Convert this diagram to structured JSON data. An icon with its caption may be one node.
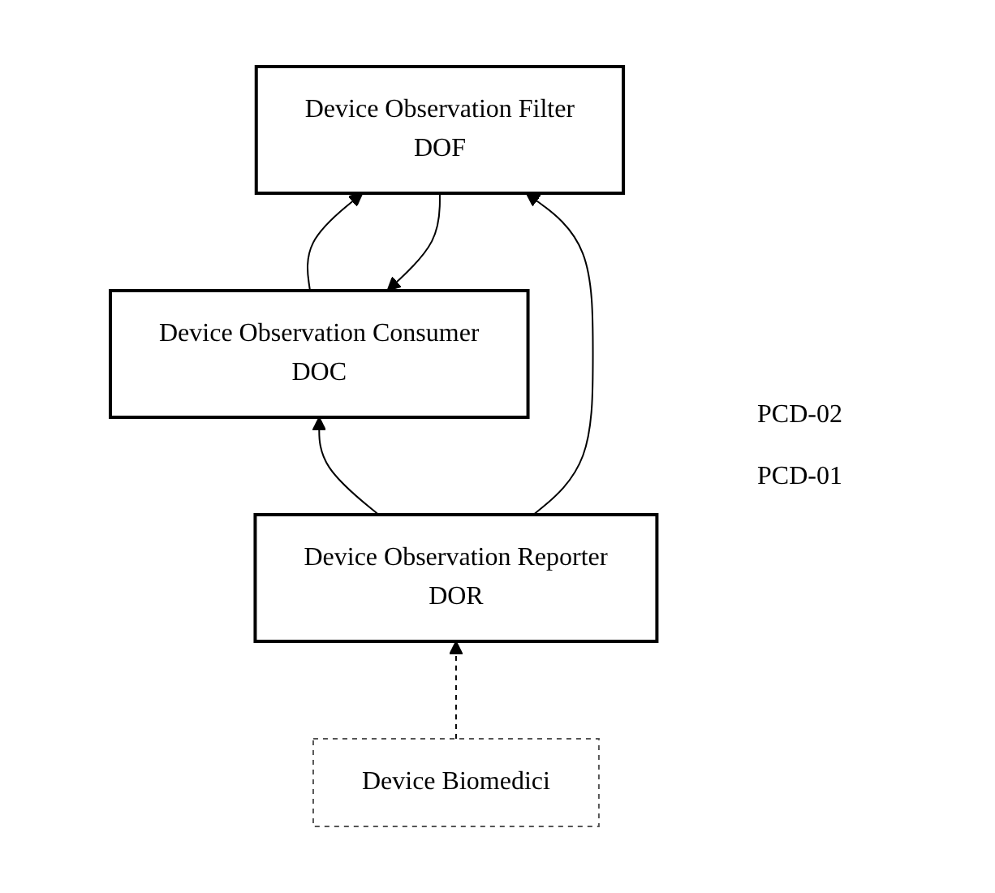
{
  "diagram": {
    "nodes": [
      {
        "text": [
          "Device Observation Consumer",
          "DOC"
        ]
      },
      {
        "text": [
          "Device Observation Filter",
          "DOF"
        ]
      },
      {
        "text": [
          "Device Observation Reporter",
          "DOR"
        ]
      },
      {
        "text": [
          "Device Biomedici"
        ]
      }
    ],
    "edges": [
      {
        "from": 0,
        "to": 1,
        "arrow": "to"
      },
      {
        "from": 1,
        "to": 0,
        "arrow": "to"
      },
      {
        "from": 2,
        "to": 0,
        "arrow": "to"
      },
      {
        "from": 2,
        "to": 1,
        "arrow": "to"
      },
      {
        "from": 3,
        "to": 2,
        "arrow": "to",
        "style": "dashed"
      }
    ],
    "labels": [
      "PCD-02",
      "PCD-01"
    ]
  }
}
